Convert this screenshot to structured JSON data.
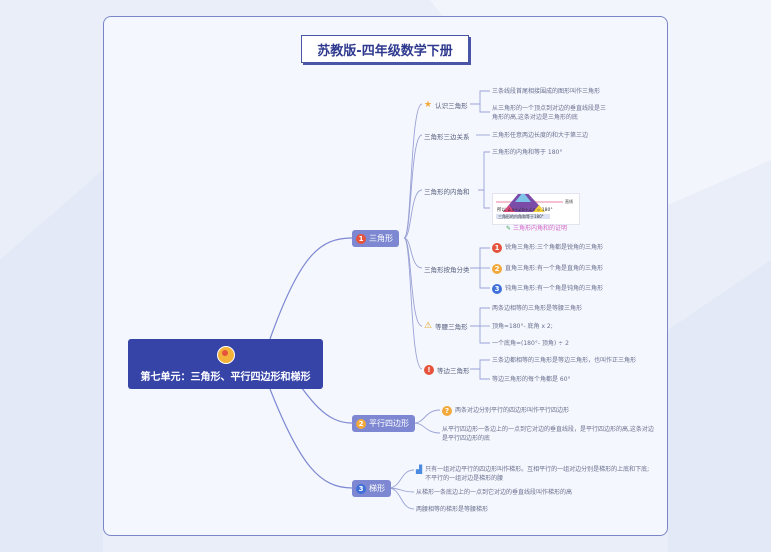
{
  "title": "苏教版-四年级数学下册",
  "root": {
    "label": "第七单元：三角形、平行四边形和梯形",
    "icon": "palette-icon"
  },
  "branches": [
    {
      "label": "三角形",
      "badge": "1",
      "badge_color": "#e5533d",
      "subtopics": [
        {
          "label": "认识三角形",
          "icon": "star-icon",
          "leaves": [
            "三条线段首尾相接围成的图形叫作三角形",
            "从三角形的一个顶点到对边的垂直线段是三角形的高,这条对边是三角形的底"
          ]
        },
        {
          "label": "三角形三边关系",
          "leaves": [
            "三角形任意两边长度的和大于第三边"
          ]
        },
        {
          "label": "三角形的内角和",
          "leaves": [
            "三角形的内角和等于 180°"
          ],
          "figure": {
            "caption": "所以 ∠a+∠b+∠c = 180°",
            "caption2": "三角形的内角和等于180°",
            "link": "三角形内角和的证明",
            "side_label": "直线"
          }
        },
        {
          "label": "三角形按角分类",
          "leaves": [
            {
              "badge": "1",
              "text": "锐角三角形:三个角都是锐角的三角形"
            },
            {
              "badge": "2",
              "text": "直角三角形:有一个角是直角的三角形"
            },
            {
              "badge": "3",
              "text": "钝角三角形:有一个角是钝角的三角形"
            }
          ]
        },
        {
          "label": "等腰三角形",
          "icon": "warning-icon",
          "leaves": [
            "两条边相等的三角形是等腰三角形",
            "顶角=180°- 底角 x 2;",
            "一个底角=(180°- 顶角) ÷ 2"
          ]
        },
        {
          "label": "等边三角形",
          "badge": "!",
          "leaves": [
            "三条边都相等的三角形是等边三角形，也叫作正三角形",
            "等边三角形的每个角都是 60°"
          ]
        }
      ]
    },
    {
      "label": "平行四边形",
      "badge": "2",
      "badge_color": "#f2a93b",
      "subtopics": [
        {
          "label": "两条对边分别平行的四边形叫作平行四边形",
          "badge": "?"
        },
        {
          "label": "从平行四边形一条边上的一点到它对边的垂直线段，是平行四边形的高,这条对边是平行四边形的底"
        }
      ]
    },
    {
      "label": "梯形",
      "badge": "3",
      "badge_color": "#3f6fd8",
      "subtopics": [
        {
          "label": "只有一组对边平行的四边形叫作梯形。互相平行的一组对边分别是梯形的上底和下底;不平行的一组对边是梯形的腰",
          "icon": "bar-chart-icon"
        },
        {
          "label": "从梯形一条底边上的一点到它对边的垂直线段叫作梯形的高"
        },
        {
          "label": "两腰相等的梯形是等腰梯形"
        }
      ]
    }
  ]
}
